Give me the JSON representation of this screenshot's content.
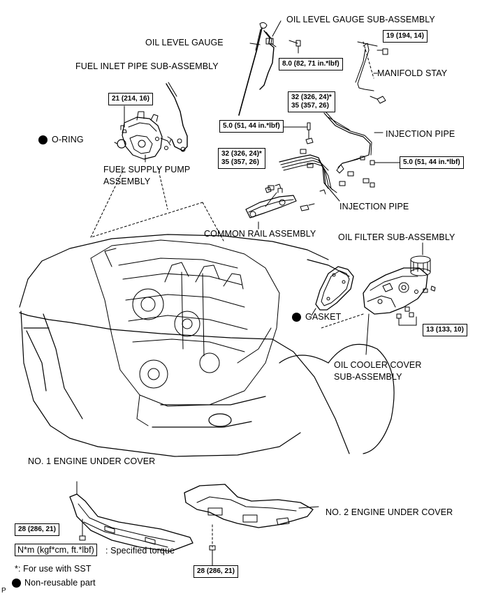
{
  "labels": {
    "oil_level_gauge_sub_assembly": "OIL LEVEL GAUGE SUB-ASSEMBLY",
    "oil_level_gauge": "OIL LEVEL GAUGE",
    "fuel_inlet_pipe_sub_assembly": "FUEL INLET PIPE SUB-ASSEMBLY",
    "manifold_stay": "MANIFOLD STAY",
    "o_ring": "O-RING",
    "fuel_supply_pump_assembly_1": "FUEL SUPPLY PUMP",
    "fuel_supply_pump_assembly_2": "ASSEMBLY",
    "injection_pipe_upper": "INJECTION PIPE",
    "injection_pipe_lower": "INJECTION PIPE",
    "common_rail_assembly": "COMMON RAIL ASSEMBLY",
    "oil_filter_sub_assembly": "OIL FILTER SUB-ASSEMBLY",
    "gasket": "GASKET",
    "oil_cooler_cover_1": "OIL COOLER COVER",
    "oil_cooler_cover_2": "SUB-ASSEMBLY",
    "no1_engine_under_cover": "NO. 1 ENGINE UNDER COVER",
    "no2_engine_under_cover": "NO. 2 ENGINE UNDER COVER"
  },
  "torques": {
    "gauge_bolt": "8.0 (82, 71   in.*lbf)",
    "manifold_stay_bolt": "19 (194, 14)",
    "pump_bolt": "21 (214, 16)",
    "injection_upper_line1": "32 (326, 24)*",
    "injection_upper_line2": "35 (357, 26)",
    "clamp_bolt_left": "5.0 (51, 44  in.*lbf)",
    "clamp_bolt_right": "5.0 (51, 44  in.*lbf)",
    "injection_lower_line1": "32 (326, 24)*",
    "injection_lower_line2": "35 (357, 26)",
    "oil_cooler_bolt": "13 (133, 10)",
    "under_cover_1_bolt": "28 (286, 21)",
    "under_cover_2_bolt": "28 (286, 21)"
  },
  "legend": {
    "torque_units": "N*m (kgf*cm, ft.*lbf)",
    "torque_desc": ": Specified torque",
    "sst_note": "*: For use with SST",
    "non_reusable": "Non-reusable part"
  },
  "corner_mark": "P"
}
